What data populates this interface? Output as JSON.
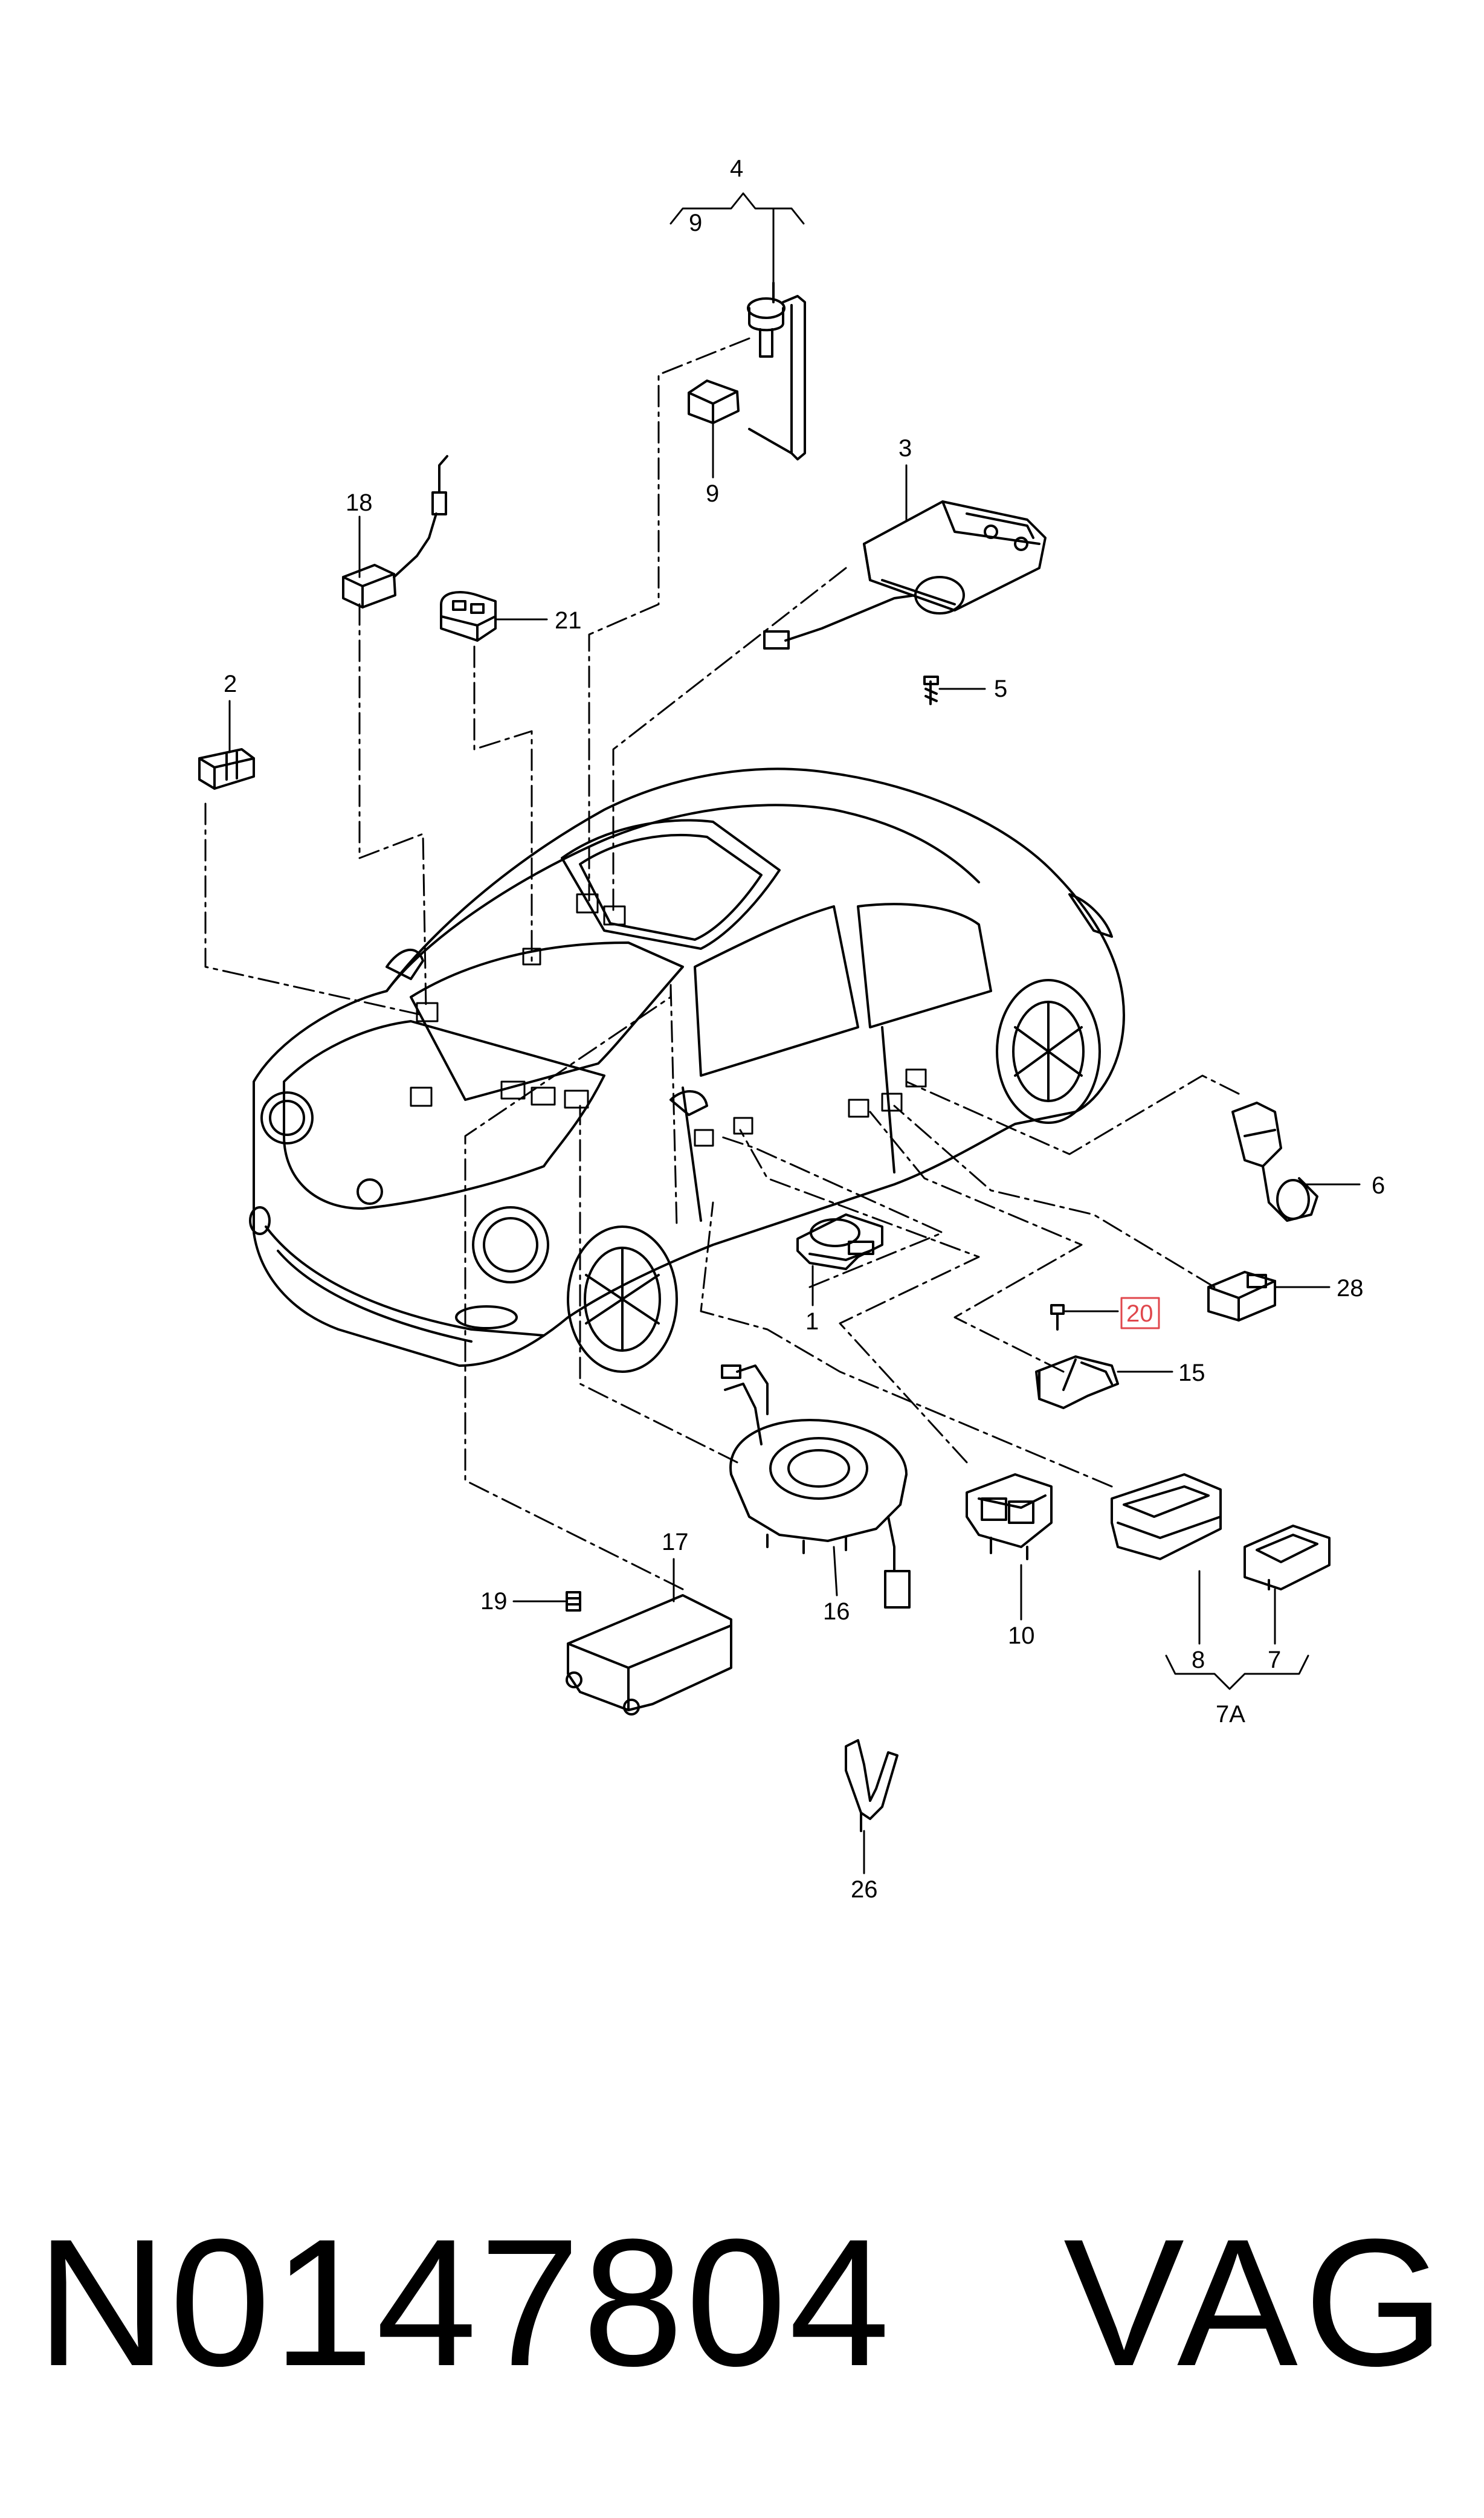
{
  "callouts": {
    "c4": "4",
    "c9a": "9",
    "c9b": "9",
    "c3": "3",
    "c5": "5",
    "c18": "18",
    "c21": "21",
    "c2": "2",
    "c6": "6",
    "c28": "28",
    "c20": "20",
    "c15": "15",
    "c1": "1",
    "c16": "16",
    "c10": "10",
    "c17": "17",
    "c19": "19",
    "c8": "8",
    "c7": "7",
    "c7a": "7A",
    "c26": "26"
  },
  "highlight": {
    "callout": "20",
    "color": "#e0474c"
  },
  "footer": {
    "part_number": "N0147804",
    "brand": "VAG"
  },
  "icons": [
    "car-outline-icon",
    "motor-icon",
    "connector-icon",
    "switch-icon",
    "control-unit-icon",
    "clock-spring-icon",
    "bolt-icon",
    "clip-icon"
  ]
}
